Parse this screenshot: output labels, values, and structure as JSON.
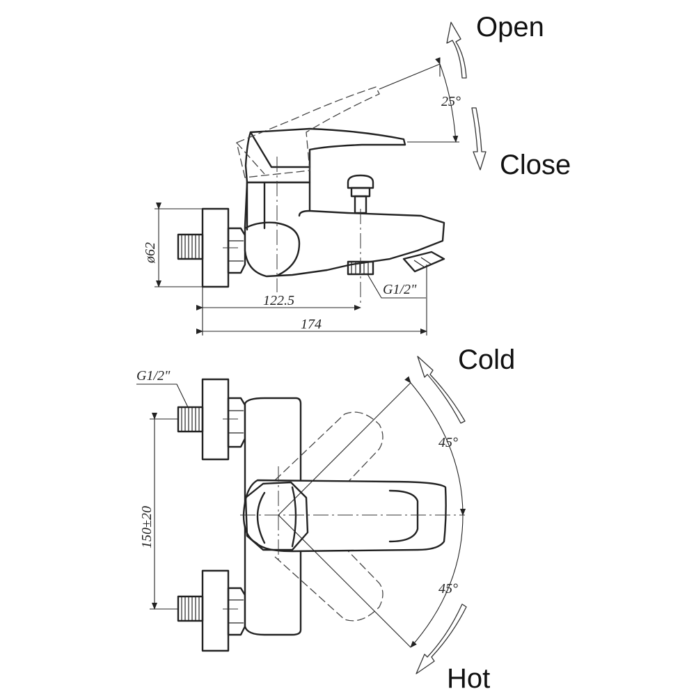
{
  "labels": {
    "open": "Open",
    "close": "Close",
    "cold": "Cold",
    "hot": "Hot"
  },
  "dimensions": {
    "angle_open": "25°",
    "angle_cold": "45°",
    "angle_hot": "45°",
    "diameter": "ø62",
    "length_inner": "122.5",
    "length_total": "174",
    "thread_top": "G1/2\"",
    "thread_bottom": "G1/2\"",
    "spacing": "150±20"
  },
  "icons": [
    "open-arrow-icon",
    "close-arrow-icon",
    "cold-arrow-icon",
    "hot-arrow-icon"
  ]
}
